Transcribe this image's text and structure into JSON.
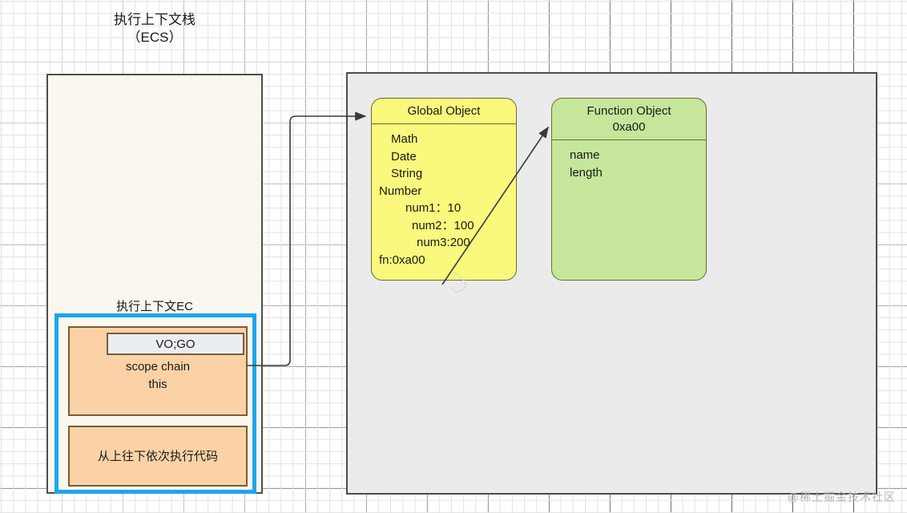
{
  "diagram": {
    "title": "执行上下文栈\n（ECS）",
    "watermark": "@稀土掘金技术社区",
    "colors": {
      "stack_panel_bg": "#faf7ee",
      "heap_panel_bg": "#ebebeb",
      "ec_highlight": "#1ea5ec",
      "ec_box_fill": "#fad2a6",
      "global_object_fill": "#fbf87e",
      "function_object_fill": "#c6e69b",
      "vogo_fill": "#eaeef2"
    }
  },
  "stack": {
    "ec_label": "执行上下文EC",
    "ec": {
      "vogo_label": "VO;GO",
      "lines": [
        "scope chain",
        "this"
      ],
      "code_text": "从上往下依次执行代码"
    }
  },
  "heap": {
    "global_object": {
      "header": "Global Object",
      "rows": [
        "Math",
        "Date",
        "String",
        "Number",
        "num1：10",
        "num2：100",
        "num3:200",
        "fn:0xa00"
      ]
    },
    "function_object": {
      "header": "Function Object\n0xa00",
      "rows": [
        "name",
        "length"
      ]
    }
  }
}
